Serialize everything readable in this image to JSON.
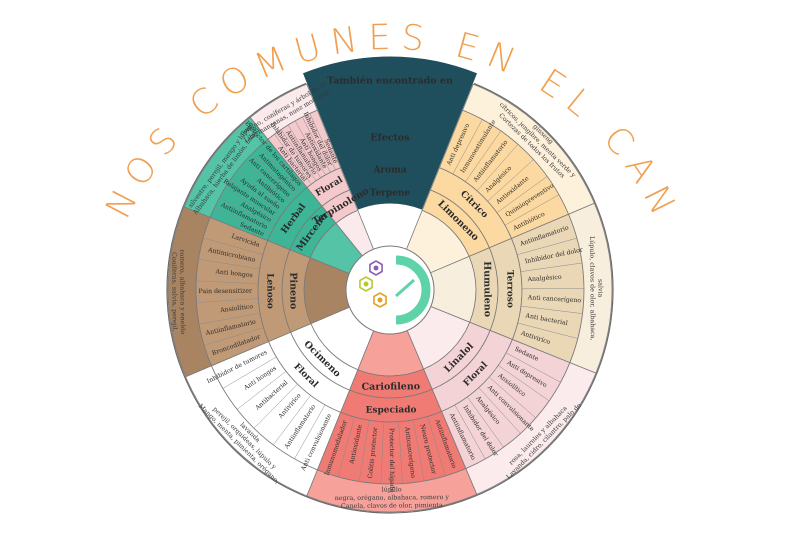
{
  "title": "TERPENOS COMUNES EN EL CANNABIS",
  "colors": {
    "title": "#f0a050",
    "header": "#1f4e5c",
    "ring_border": "#6a6a6a"
  },
  "header": {
    "found_in_label": "También encontrado en",
    "effects_label": "Efectos",
    "aroma_label": "Aroma",
    "terpene_label": "Terpene"
  },
  "center_icons": [
    "hexagon-leaf-icon",
    "hexagon-flower-icon",
    "hexagon-drop-icon",
    "gauge-icon"
  ],
  "terpenes": [
    {
      "name": "Limoneno",
      "aroma": "Cítrico",
      "color": "#fcd9a0",
      "light": "#fef1dc",
      "effects": [
        "Anti depresivo",
        "Inmunoestimulante",
        "Antiinflamatorio",
        "Analgésico",
        "Antioxidante",
        "Quimiopreventivo",
        "Antibiótico"
      ],
      "found_in": "Cortezas de todos los frutos cítricos, jengibre, menta verde y ginseng"
    },
    {
      "name": "Humuleno",
      "aroma": "Terroso",
      "color": "#ead7b6",
      "light": "#f7eedd",
      "effects": [
        "Antiinflamatorio",
        "Inhibidor del dolor",
        "Analgésico",
        "Anti cancerígeno",
        "Anti bacterial",
        "Antiviríco"
      ],
      "found_in": "Lúpulo, clavos de olor, albahaca, salvia"
    },
    {
      "name": "Linalol",
      "aroma": "Floral",
      "color": "#f3d3d5",
      "light": "#fbebec",
      "effects": [
        "Sedante",
        "Anti depresivo",
        "Ansiolítico",
        "Anti convulsionante",
        "Analgésico",
        "Inhibidor del dolor",
        "Antiinflamatorio"
      ],
      "found_in": "Lavanda, cidro, cilantro, palo de rosa, laureles y albahaca"
    },
    {
      "name": "Cariofileno",
      "aroma": "Especiado",
      "color": "#ef7b74",
      "light": "#f6a29b",
      "effects": [
        "Antiinflamatorio",
        "Neuro protector",
        "Anticancerígeno",
        "Protector del hígado",
        "Colitis protector",
        "Antioxidante",
        "Inmunomodulador"
      ],
      "found_in": "Canela, clavos de olor, pimienta negra, orégano, albahaca, romero y lúpulo"
    },
    {
      "name": "Ocímeno",
      "aroma": "Floral",
      "color": "#ffffff",
      "light": "#ffffff",
      "effects": [
        "Anti convulsionante",
        "Antiinflamatorio",
        "Antiviríco",
        "Antibacterial",
        "Anti hongos",
        "Inhibidor de tumores"
      ],
      "found_in": "Mango, menta, pimienta, orégano, perejil, orquídeas, lúpulo y lavanda"
    },
    {
      "name": "Pineno",
      "aroma": "Leñoso",
      "color": "#c09a76",
      "light": "#a98462",
      "effects": [
        "Broncodilatador",
        "Antiinflamatorio",
        "Ansiolítico",
        "Pain desensitizer",
        "Anti hongos",
        "Antimicrobiano",
        "Larvicida"
      ],
      "found_in": "Coníferas, salvia, perejil, romero, albahaca y eneldo"
    },
    {
      "name": "Mirceno",
      "aroma": "Herbal",
      "color": "#3eb596",
      "light": "#54c3a6",
      "effects": [
        "Sedante",
        "Antiinflamatorio",
        "Analgésico",
        "Relajante muscular",
        "Ayuda al sueño",
        "Antibiótico",
        "Anti cancerígeno",
        "Antimutagénico",
        "Protector de los cartílagos"
      ],
      "found_in": "Albahaca, hierba de limón, tomillo silvestre, perejil, mango y lúpulo"
    },
    {
      "name": "Terpinoleno",
      "aroma": "Floral",
      "color": "#f3c9cc",
      "light": "#fbeaeb",
      "effects": [
        "Anti bacterial",
        "Inhibidor de tumores",
        "Antiinflamatorio",
        "Anti hongos",
        "Antioxidante",
        "Inhibidor del dolor",
        "Sedante"
      ],
      "found_in": "Lila, manzanas, nuez moscada, comino, coníferas y árbol de té"
    }
  ]
}
